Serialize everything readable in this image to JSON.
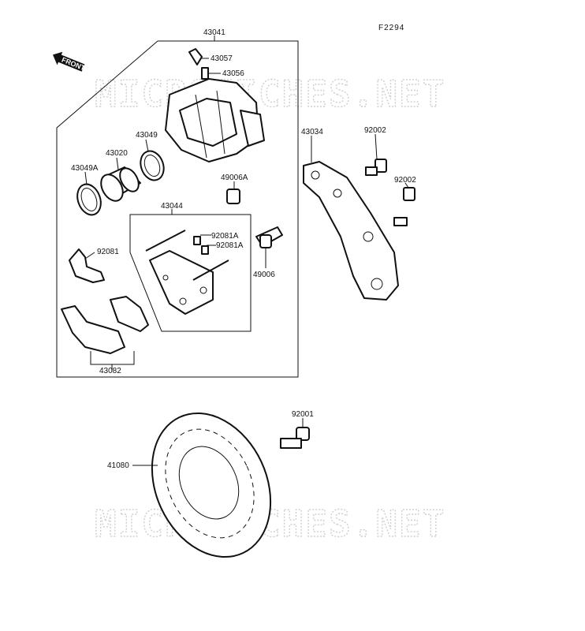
{
  "diagram_code": "F2294",
  "front_label": "FRONT",
  "watermark": "MICROFICHES.NET",
  "parts": {
    "p43041": "43041",
    "p43057": "43057",
    "p43056": "43056",
    "p43049": "43049",
    "p43020": "43020",
    "p43049A": "43049A",
    "p43044": "43044",
    "p49006A": "49006A",
    "p92081A_1": "92081A",
    "p92081A_2": "92081A",
    "p92081": "92081",
    "p49006": "49006",
    "p43082": "43082",
    "p43034": "43034",
    "p92002_1": "92002",
    "p92002_2": "92002",
    "p92001": "92001",
    "p41080": "41080"
  }
}
